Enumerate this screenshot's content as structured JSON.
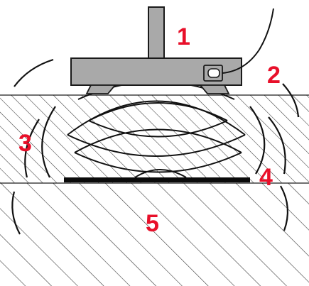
{
  "colors": {
    "background": "#ffffff",
    "hatch_line": "#3a3a3a",
    "device_fill": "#a9a9a9",
    "outline": "#1a1a1a",
    "wave_line": "#111111",
    "callout_number": "#e8102a"
  },
  "callouts": {
    "label_1": "1",
    "label_2": "2",
    "label_3": "3",
    "label_4": "4",
    "label_5": "5"
  },
  "icons": {
    "connector": "cable-connector-icon"
  }
}
